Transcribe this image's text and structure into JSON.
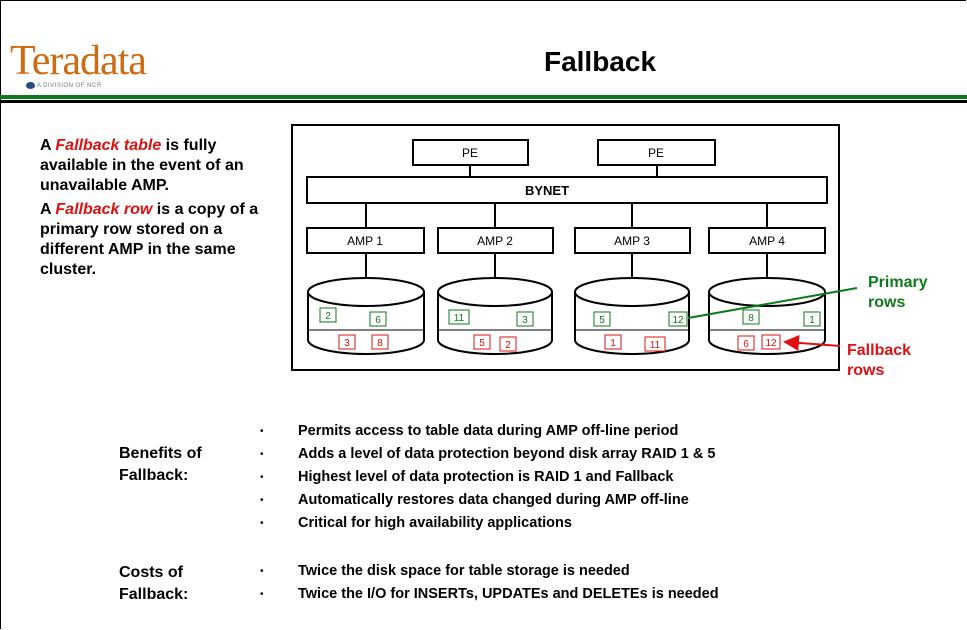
{
  "logo": {
    "wordmark": "Teradata",
    "tagline": "A DIVISION OF NCR"
  },
  "title": "Fallback",
  "intro": {
    "p1_prefix": "A ",
    "p1_em": "Fallback table",
    "p1_suffix": " is fully available in the event of an unavailable AMP.",
    "p2_prefix": "A ",
    "p2_em": "Fallback row",
    "p2_suffix": " is a copy of a primary row stored on a different AMP in the same cluster."
  },
  "diagram": {
    "pe_labels": [
      "PE",
      "PE"
    ],
    "bynet_label": "BYNET",
    "amps": [
      {
        "label": "AMP 1",
        "primary": [
          "2",
          "6"
        ],
        "fallback": [
          "3",
          "8"
        ]
      },
      {
        "label": "AMP 2",
        "primary": [
          "11",
          "3"
        ],
        "fallback": [
          "5",
          "2"
        ]
      },
      {
        "label": "AMP 3",
        "primary": [
          "5",
          "12"
        ],
        "fallback": [
          "1",
          "11"
        ]
      },
      {
        "label": "AMP 4",
        "primary": [
          "8",
          "1"
        ],
        "fallback": [
          "6",
          "12"
        ]
      }
    ],
    "primary_callout": "Primary rows",
    "fallback_callout": "Fallback rows",
    "colors": {
      "primary": "#0d7a1b",
      "fallback": "#e01010"
    }
  },
  "benefits": {
    "label": "Benefits of Fallback:",
    "items": [
      "Permits access to table data during AMP off-line period",
      "Adds a level of data protection beyond disk array RAID 1 & 5",
      "Highest level of data protection is RAID 1 and Fallback",
      "Automatically restores data changed during AMP off-line",
      "Critical for high availability applications"
    ]
  },
  "costs": {
    "label": "Costs of Fallback:",
    "items": [
      "Twice the disk space for table storage is needed",
      "Twice the I/O for INSERTs, UPDATEs and DELETEs is needed"
    ]
  }
}
